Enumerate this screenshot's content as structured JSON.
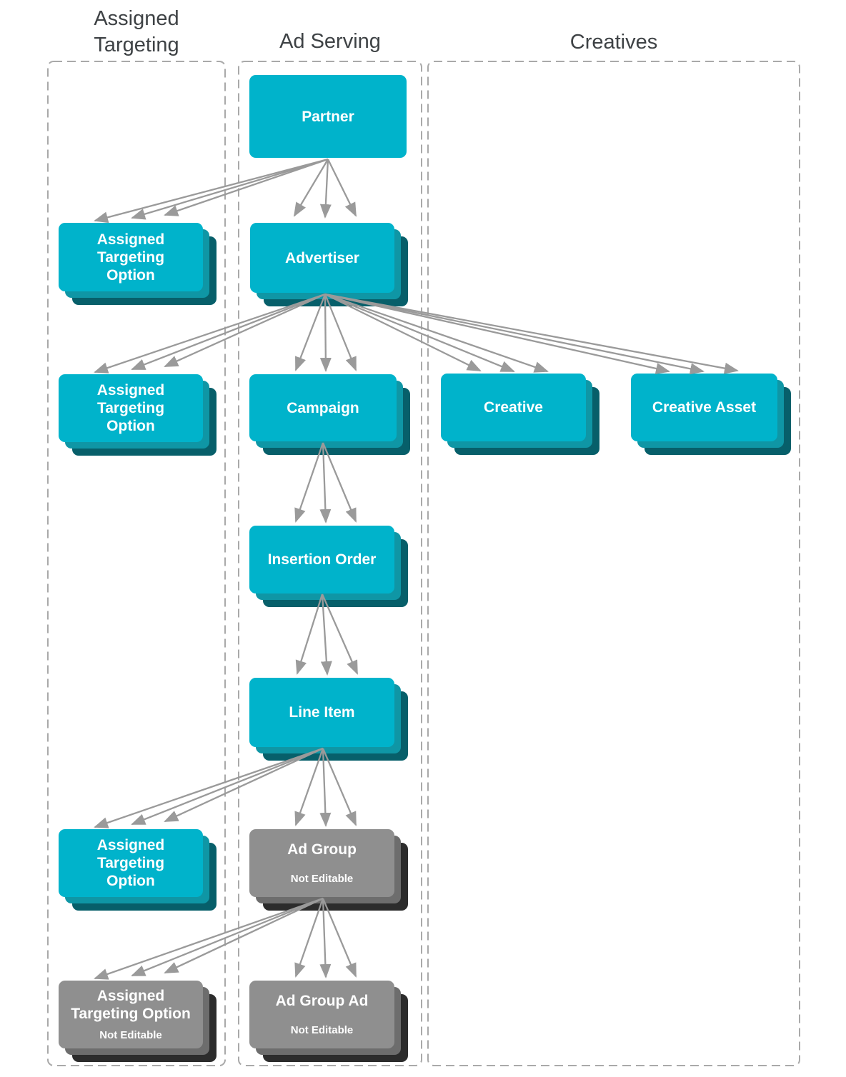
{
  "columns": {
    "assigned_targeting": {
      "label": "Assigned\nTargeting"
    },
    "ad_serving": {
      "label": "Ad Serving"
    },
    "creatives": {
      "label": "Creatives"
    }
  },
  "nodes": {
    "partner": {
      "label": "Partner"
    },
    "assigned_targeting_option_top": {
      "label": "Assigned\nTargeting\nOption"
    },
    "advertiser": {
      "label": "Advertiser"
    },
    "assigned_targeting_option_mid": {
      "label": "Assigned\nTargeting\nOption"
    },
    "campaign": {
      "label": "Campaign"
    },
    "creative": {
      "label": "Creative"
    },
    "creative_asset": {
      "label": "Creative Asset"
    },
    "insertion_order": {
      "label": "Insertion Order"
    },
    "line_item": {
      "label": "Line Item"
    },
    "assigned_targeting_option_line_item": {
      "label": "Assigned\nTargeting\nOption"
    },
    "ad_group": {
      "label": "Ad Group",
      "sublabel": "Not Editable"
    },
    "assigned_targeting_option_not_editable": {
      "label": "Assigned\nTargeting Option",
      "sublabel": "Not Editable"
    },
    "ad_group_ad": {
      "label": "Ad Group Ad",
      "sublabel": "Not Editable"
    }
  },
  "edges": [
    {
      "from": "partner",
      "to": "advertiser",
      "lines": 3
    },
    {
      "from": "partner",
      "to": "assigned_targeting_option_top",
      "lines": 3
    },
    {
      "from": "advertiser",
      "to": "assigned_targeting_option_mid",
      "lines": 3
    },
    {
      "from": "advertiser",
      "to": "campaign",
      "lines": 3
    },
    {
      "from": "advertiser",
      "to": "creative",
      "lines": 3
    },
    {
      "from": "advertiser",
      "to": "creative_asset",
      "lines": 3
    },
    {
      "from": "campaign",
      "to": "insertion_order",
      "lines": 3
    },
    {
      "from": "insertion_order",
      "to": "line_item",
      "lines": 3
    },
    {
      "from": "line_item",
      "to": "assigned_targeting_option_line_item",
      "lines": 3
    },
    {
      "from": "line_item",
      "to": "ad_group",
      "lines": 3
    },
    {
      "from": "ad_group",
      "to": "assigned_targeting_option_not_editable",
      "lines": 3
    },
    {
      "from": "ad_group",
      "to": "ad_group_ad",
      "lines": 3
    }
  ],
  "colors": {
    "node_cyan": "#00b3cb",
    "node_cyan_shadow_mid": "#0f96a5",
    "node_cyan_shadow_back": "#075f6a",
    "node_gray": "#8f8f8f",
    "node_gray_shadow_mid": "#6d6d6d",
    "node_gray_shadow_back": "#2c2c2c",
    "arrow": "#9a9a9a",
    "column_border": "#a9a9a9",
    "header_text": "#3e4245",
    "node_text": "#ffffff"
  }
}
